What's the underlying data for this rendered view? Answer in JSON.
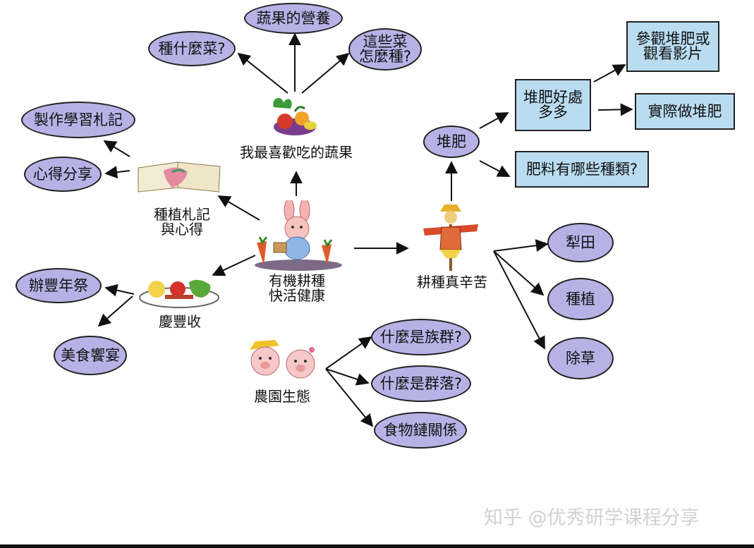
{
  "center": {
    "label": "有機耕種\n快活健康",
    "icon": "bunny-carrots-icon"
  },
  "vegetables": {
    "label": "我最喜歡吃的蔬果",
    "icon": "vegetables-icon",
    "children": [
      "種什麼菜?",
      "蔬果的營養",
      "這些菜\n怎麼種?"
    ]
  },
  "notes": {
    "label": "種植札記\n與心得",
    "icon": "notebook-icon",
    "children": [
      "製作學習札記",
      "心得分享"
    ]
  },
  "harvest": {
    "label": "慶豐收",
    "icon": "food-plate-icon",
    "children": [
      "辦豐年祭",
      "美食饗宴"
    ]
  },
  "ecology": {
    "label": "農園生態",
    "icon": "pigs-icon",
    "children": [
      "什麼是族群?",
      "什麼是群落?",
      "食物鏈關係"
    ]
  },
  "farming": {
    "label": "耕種真辛苦",
    "icon": "scarecrow-icon",
    "children": [
      "犁田",
      "種植",
      "除草"
    ]
  },
  "compost": {
    "label": "堆肥",
    "benefits": "堆肥好處\n多多",
    "benefit_children": [
      "參觀堆肥或\n觀看影片",
      "實際做堆肥"
    ],
    "types": "肥料有哪些種類?"
  },
  "watermark": "知乎 @优秀研学课程分享",
  "colors": {
    "oval": "#b7b2e6",
    "box": "#b9dcf0",
    "line": "#111111"
  }
}
